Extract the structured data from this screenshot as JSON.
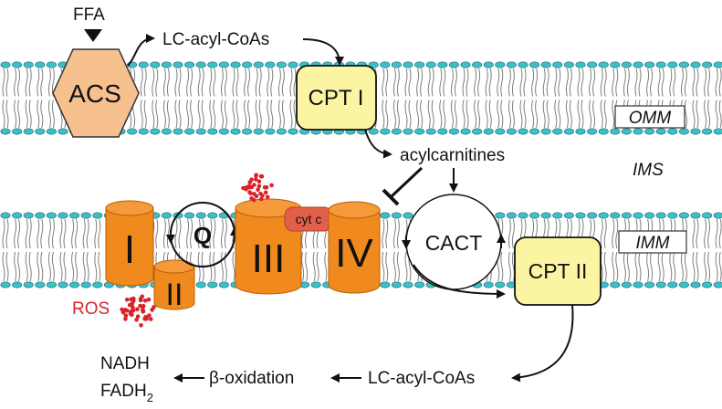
{
  "colors": {
    "membrane_head": "#3cbfc8",
    "membrane_head_stroke": "#1b6d74",
    "tail": "#7f7f7f",
    "acs_fill": "#f7c08f",
    "cpt_fill": "#fbf5a3",
    "complex_fill": "#f08a1e",
    "complex_stroke": "#b85e05",
    "cytc_fill": "#e2604a",
    "ros": "#d8232a"
  },
  "labels": {
    "ffa": "FFA",
    "acs": "ACS",
    "lc_acyl_coas_top": "LC-acyl-CoAs",
    "cpt1": "CPT I",
    "omm": "OMM",
    "acylcarnitines": "acylcarnitines",
    "ims": "IMS",
    "complex_1": "I",
    "q": "Q",
    "complex_2": "II",
    "complex_3": "III",
    "cyt_c": "cyt c",
    "complex_4": "IV",
    "cact": "CACT",
    "imm": "IMM",
    "cpt2": "CPT II",
    "ros": "ROS",
    "nadh": "NADH",
    "fadh2_base": "FADH",
    "fadh2_sub": "2",
    "beta_oxidation": "β-oxidation",
    "lc_acyl_coas_bottom": "LC-acyl-CoAs"
  }
}
